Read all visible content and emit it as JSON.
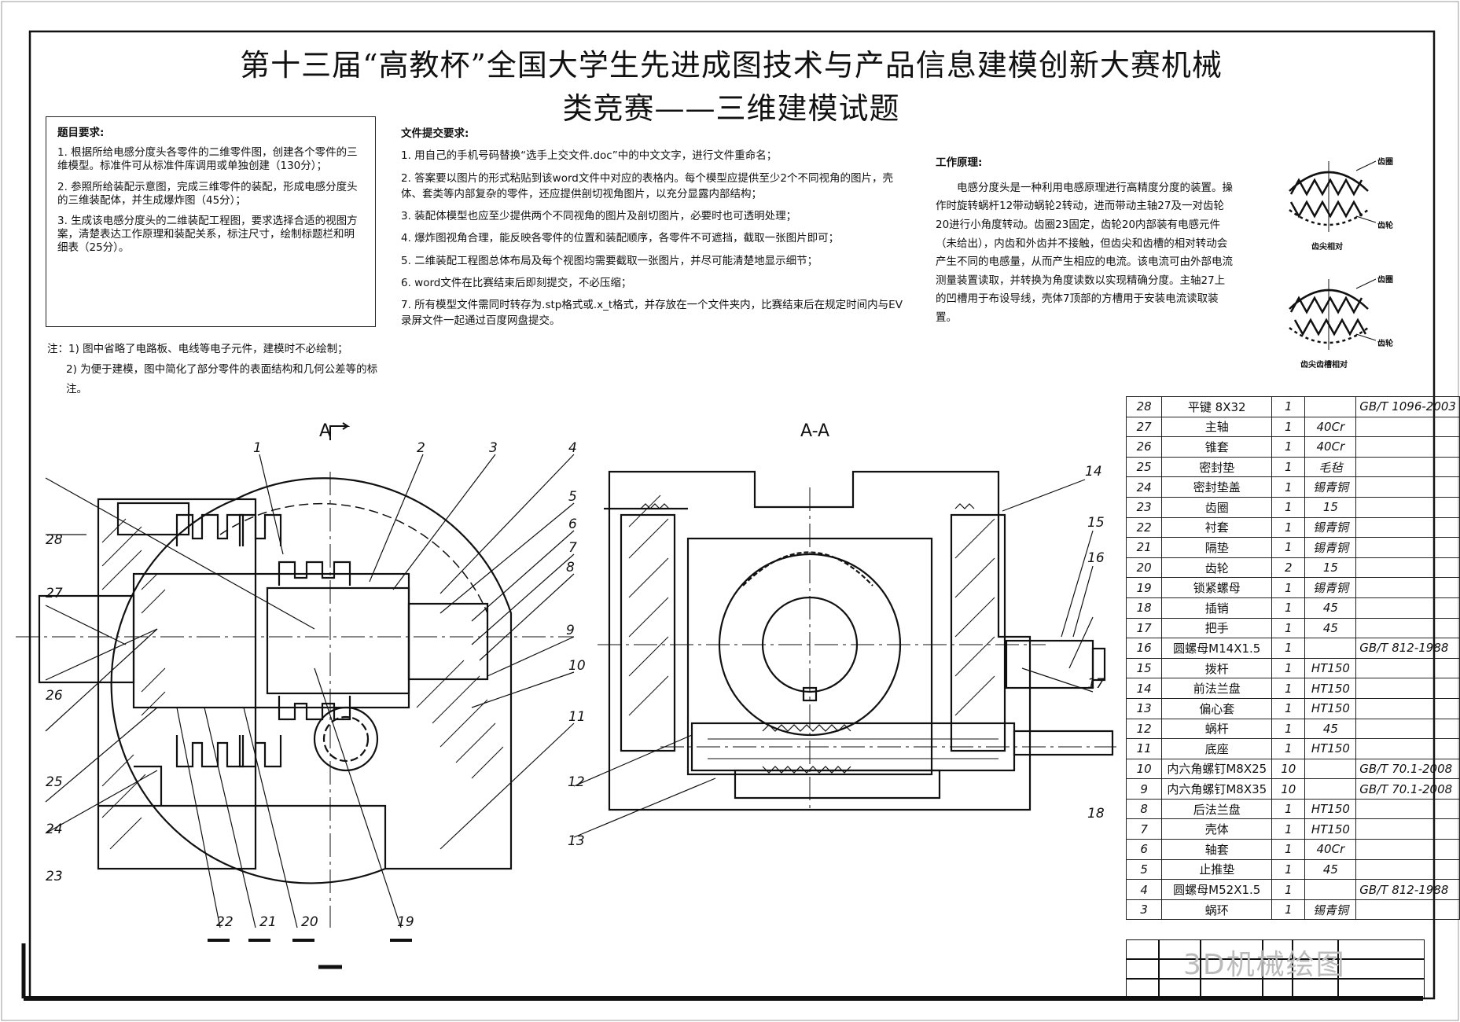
{
  "title": "第十三届“高教杯”全国大学生先进成图技术与产品信息建模创新大赛机械类竞赛——三维建模试题",
  "requirements": {
    "heading": "题目要求:",
    "items": [
      "1. 根据所给电感分度头各零件的二维零件图，创建各个零件的三维模型。标准件可从标准件库调用或单独创建（130分）；",
      "2. 参照所给装配示意图，完成三维零件的装配，形成电感分度头的三维装配体，并生成爆炸图（45分）；",
      "3. 生成该电感分度头的二维装配工程图，要求选择合适的视图方案，清楚表达工作原理和装配关系，标注尺寸，绘制标题栏和明细表（25分）。"
    ]
  },
  "notes": [
    "注：1) 图中省略了电路板、电线等电子元件，建模时不必绘制；",
    "2) 为便于建模，图中简化了部分零件的表面结构和几何公差等的标注。"
  ],
  "submission": {
    "heading": "文件提交要求:",
    "items": [
      "1. 用自己的手机号码替换“选手上交文件.doc”中的中文文字，进行文件重命名；",
      "2. 答案要以图片的形式粘贴到该word文件中对应的表格内。每个模型应提供至少2个不同视角的图片，壳体、套类等内部复杂的零件，还应提供剖切视角图片，以充分显露内部结构；",
      "3. 装配体模型也应至少提供两个不同视角的图片及剖切图片，必要时也可透明处理；",
      "4. 爆炸图视角合理，能反映各零件的位置和装配顺序，各零件不可遮挡，截取一张图片即可；",
      "5. 二维装配工程图总体布局及每个视图均需要截取一张图片，并尽可能清楚地显示细节；",
      "6. word文件在比赛结束后即刻提交，不必压缩；",
      "7. 所有模型文件需同时转存为.stp格式或.x_t格式，并存放在一个文件夹内，比赛结束后在规定时间内与EV录屏文件一起通过百度网盘提交。"
    ]
  },
  "work_principle": {
    "heading": "工作原理:",
    "text": "电感分度头是一种利用电感原理进行高精度分度的装置。操作时旋转蜗杆12带动蜗轮2转动，进而带动主轴27及一对齿轮20进行小角度转动。齿圈23固定，齿轮20内部装有电感元件（未给出），内齿和外齿并不接触，但齿尖和齿槽的相对转动会产生不同的电感量，从而产生相应的电流。该电流可由外部电流测量装置读取，并转换为角度读数以实现精确分度。主轴27上的凹槽用于布设导线，壳体7顶部的方槽用于安装电流读取装置。",
    "diagram_labels": {
      "ring": "齿圈",
      "gear": "齿轮",
      "caption_top": "齿尖相对",
      "caption_bottom": "齿尖齿槽相对"
    }
  },
  "section_labels": {
    "section_mark": "A",
    "section_title": "A-A"
  },
  "callouts_left": [
    "1",
    "2",
    "3",
    "4",
    "5",
    "6",
    "7",
    "8",
    "9",
    "10",
    "11",
    "19",
    "20",
    "21",
    "22",
    "23",
    "24",
    "25",
    "26",
    "27",
    "28"
  ],
  "callouts_right": [
    "12",
    "13",
    "14",
    "15",
    "16",
    "17",
    "18"
  ],
  "bom": [
    {
      "no": "28",
      "name": "平键 8X32",
      "qty": "1",
      "mat": "",
      "std": "GB/T 1096-2003"
    },
    {
      "no": "27",
      "name": "主轴",
      "qty": "1",
      "mat": "40Cr",
      "std": ""
    },
    {
      "no": "26",
      "name": "锥套",
      "qty": "1",
      "mat": "40Cr",
      "std": ""
    },
    {
      "no": "25",
      "name": "密封垫",
      "qty": "1",
      "mat": "毛毡",
      "std": ""
    },
    {
      "no": "24",
      "name": "密封垫盖",
      "qty": "1",
      "mat": "锡青铜",
      "std": ""
    },
    {
      "no": "23",
      "name": "齿圈",
      "qty": "1",
      "mat": "15",
      "std": ""
    },
    {
      "no": "22",
      "name": "衬套",
      "qty": "1",
      "mat": "锡青铜",
      "std": ""
    },
    {
      "no": "21",
      "name": "隔垫",
      "qty": "1",
      "mat": "锡青铜",
      "std": ""
    },
    {
      "no": "20",
      "name": "齿轮",
      "qty": "2",
      "mat": "15",
      "std": ""
    },
    {
      "no": "19",
      "name": "锁紧螺母",
      "qty": "1",
      "mat": "锡青铜",
      "std": ""
    },
    {
      "no": "18",
      "name": "插销",
      "qty": "1",
      "mat": "45",
      "std": ""
    },
    {
      "no": "17",
      "name": "把手",
      "qty": "1",
      "mat": "45",
      "std": ""
    },
    {
      "no": "16",
      "name": "圆螺母M14X1.5",
      "qty": "1",
      "mat": "",
      "std": "GB/T 812-1988"
    },
    {
      "no": "15",
      "name": "拨杆",
      "qty": "1",
      "mat": "HT150",
      "std": ""
    },
    {
      "no": "14",
      "name": "前法兰盘",
      "qty": "1",
      "mat": "HT150",
      "std": ""
    },
    {
      "no": "13",
      "name": "偏心套",
      "qty": "1",
      "mat": "HT150",
      "std": ""
    },
    {
      "no": "12",
      "name": "蜗杆",
      "qty": "1",
      "mat": "45",
      "std": ""
    },
    {
      "no": "11",
      "name": "底座",
      "qty": "1",
      "mat": "HT150",
      "std": ""
    },
    {
      "no": "10",
      "name": "内六角螺钉M8X25",
      "qty": "10",
      "mat": "",
      "std": "GB/T 70.1-2008"
    },
    {
      "no": "9",
      "name": "内六角螺钉M8X35",
      "qty": "10",
      "mat": "",
      "std": "GB/T 70.1-2008"
    },
    {
      "no": "8",
      "name": "后法兰盘",
      "qty": "1",
      "mat": "HT150",
      "std": ""
    },
    {
      "no": "7",
      "name": "壳体",
      "qty": "1",
      "mat": "HT150",
      "std": ""
    },
    {
      "no": "6",
      "name": "轴套",
      "qty": "1",
      "mat": "40Cr",
      "std": ""
    },
    {
      "no": "5",
      "name": "止推垫",
      "qty": "1",
      "mat": "45",
      "std": ""
    },
    {
      "no": "4",
      "name": "圆螺母M52X1.5",
      "qty": "1",
      "mat": "",
      "std": "GB/T 812-1988"
    },
    {
      "no": "3",
      "name": "蜗环",
      "qty": "1",
      "mat": "锡青铜",
      "std": ""
    }
  ],
  "watermark": "3D机械绘图"
}
